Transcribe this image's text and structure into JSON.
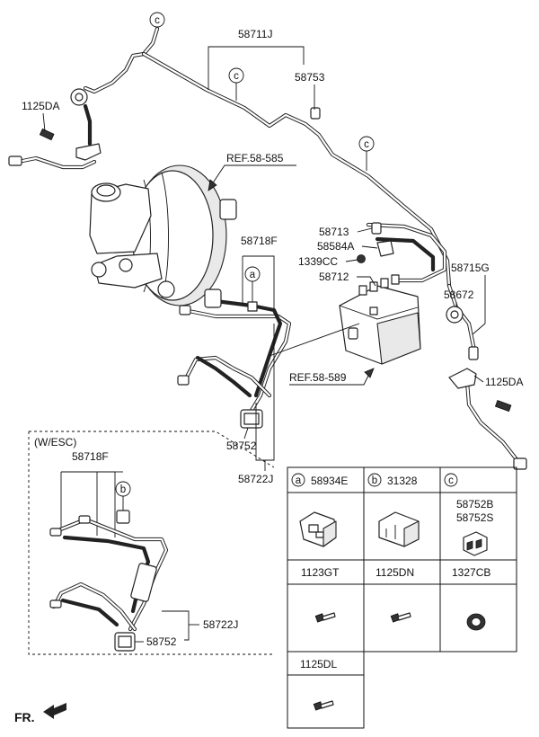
{
  "labels": {
    "p58711J": "58711J",
    "p58753": "58753",
    "p1125DA_top": "1125DA",
    "ref58585": "REF.58-585",
    "p58718F_main": "58718F",
    "p58713": "58713",
    "p58584A": "58584A",
    "p1339CC": "1339CC",
    "p58712": "58712",
    "p58715G": "58715G",
    "p58672": "58672",
    "ref58589": "REF.58-589",
    "p1125DA_right": "1125DA",
    "p58752_main": "58752",
    "p58722J_main": "58722J",
    "wesc": "(W/ESC)",
    "p58718F_esc": "58718F",
    "p58722J_esc": "58722J",
    "p58752_esc": "58752",
    "fr": "FR."
  },
  "callouts": {
    "a": "a",
    "b": "b",
    "c": "c"
  },
  "legend": {
    "cells": [
      {
        "letter": "a",
        "text": "58934E",
        "icon": "clip-a-icon"
      },
      {
        "letter": "b",
        "text": "31328",
        "icon": "clip-b-icon"
      },
      {
        "letter": "c",
        "text": "58752B",
        "text2": "58752S",
        "icon": "clip-c-icon"
      },
      {
        "text": "1123GT",
        "icon": "bolt-icon"
      },
      {
        "text": "1125DN",
        "icon": "bolt-icon"
      },
      {
        "text": "1327CB",
        "icon": "grommet-icon"
      },
      {
        "text": "1125DL",
        "icon": "bolt-icon"
      }
    ]
  }
}
